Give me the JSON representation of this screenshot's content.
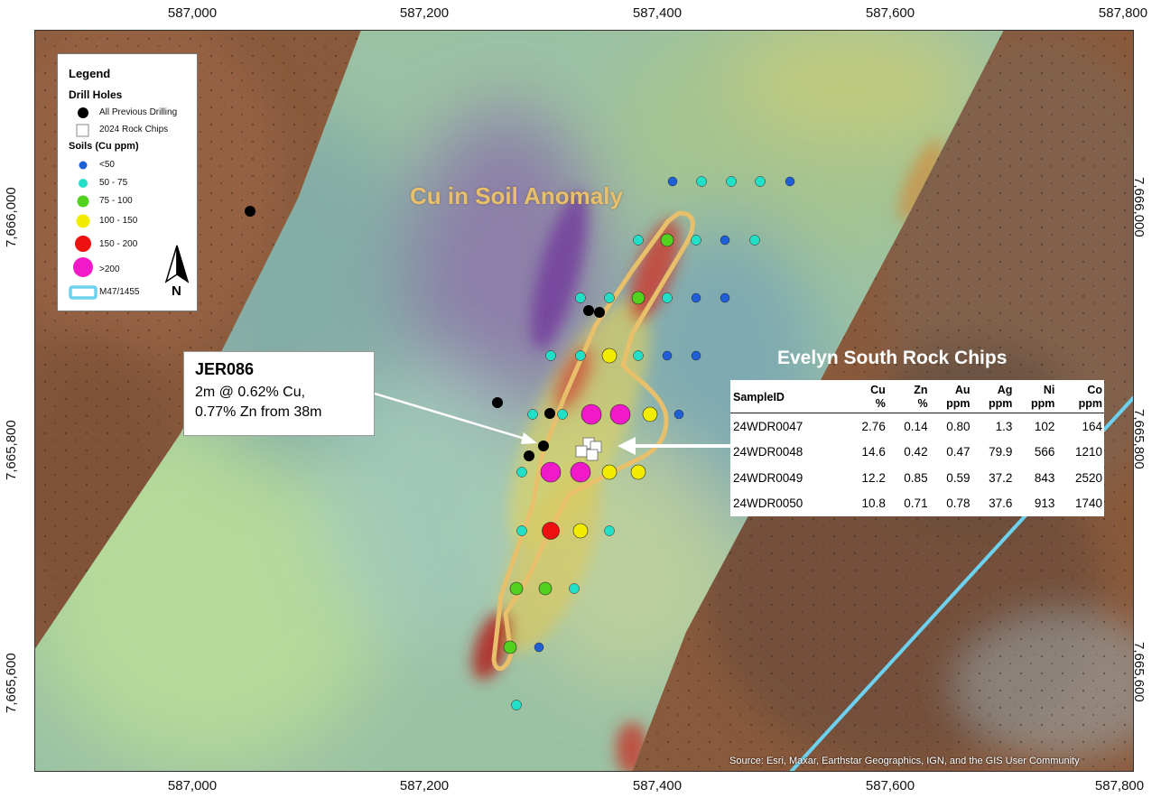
{
  "coordinates": {
    "eastings": [
      "587,000",
      "587,200",
      "587,400",
      "587,600",
      "587,800"
    ],
    "northings": [
      "7,666,000",
      "7,665,800",
      "7,665,600"
    ]
  },
  "legend": {
    "title": "Legend",
    "drill_holes_heading": "Drill Holes",
    "previous_drilling": "All Previous Drilling",
    "rock_chips": "2024 Rock Chips",
    "soils_heading": "Soils (Cu ppm)",
    "classes": [
      {
        "label": "<50",
        "color": "#1f5fd6"
      },
      {
        "label": "50 - 75",
        "color": "#22e0c8"
      },
      {
        "label": "75 - 100",
        "color": "#52d11e"
      },
      {
        "label": "100 - 150",
        "color": "#f2ec00"
      },
      {
        "label": "150 - 200",
        "color": "#ee1111"
      },
      {
        "label": ">200",
        "color": "#f01ac8"
      }
    ],
    "tenement": "M47/1455",
    "tenement_color": "#6cd2f0"
  },
  "north_arrow": {
    "letter": "N"
  },
  "anomaly": {
    "label": "Cu in Soil Anomaly",
    "color": "#e8c06c"
  },
  "callout": {
    "title": "JER086",
    "line1": "2m @ 0.62% Cu,",
    "line2": "0.77% Zn from 38m"
  },
  "rock_chips": {
    "title": "Evelyn South Rock Chips",
    "columns": [
      {
        "name": "SampleID",
        "unit": ""
      },
      {
        "name": "Cu",
        "unit": "%"
      },
      {
        "name": "Zn",
        "unit": "%"
      },
      {
        "name": "Au",
        "unit": "ppm"
      },
      {
        "name": "Ag",
        "unit": "ppm"
      },
      {
        "name": "Ni",
        "unit": "ppm"
      },
      {
        "name": "Co",
        "unit": "ppm"
      }
    ],
    "rows": [
      [
        "24WDR0047",
        "2.76",
        "0.14",
        "0.80",
        "1.3",
        "102",
        "164"
      ],
      [
        "24WDR0048",
        "14.6",
        "0.42",
        "0.47",
        "79.9",
        "566",
        "1210"
      ],
      [
        "24WDR0049",
        "12.2",
        "0.85",
        "0.59",
        "37.2",
        "843",
        "2520"
      ],
      [
        "24WDR0050",
        "10.8",
        "0.71",
        "0.78",
        "37.6",
        "913",
        "1740"
      ]
    ]
  },
  "attribution": "Source: Esri, Maxar, Earthstar Geographics, IGN, and the GIS User Community"
}
